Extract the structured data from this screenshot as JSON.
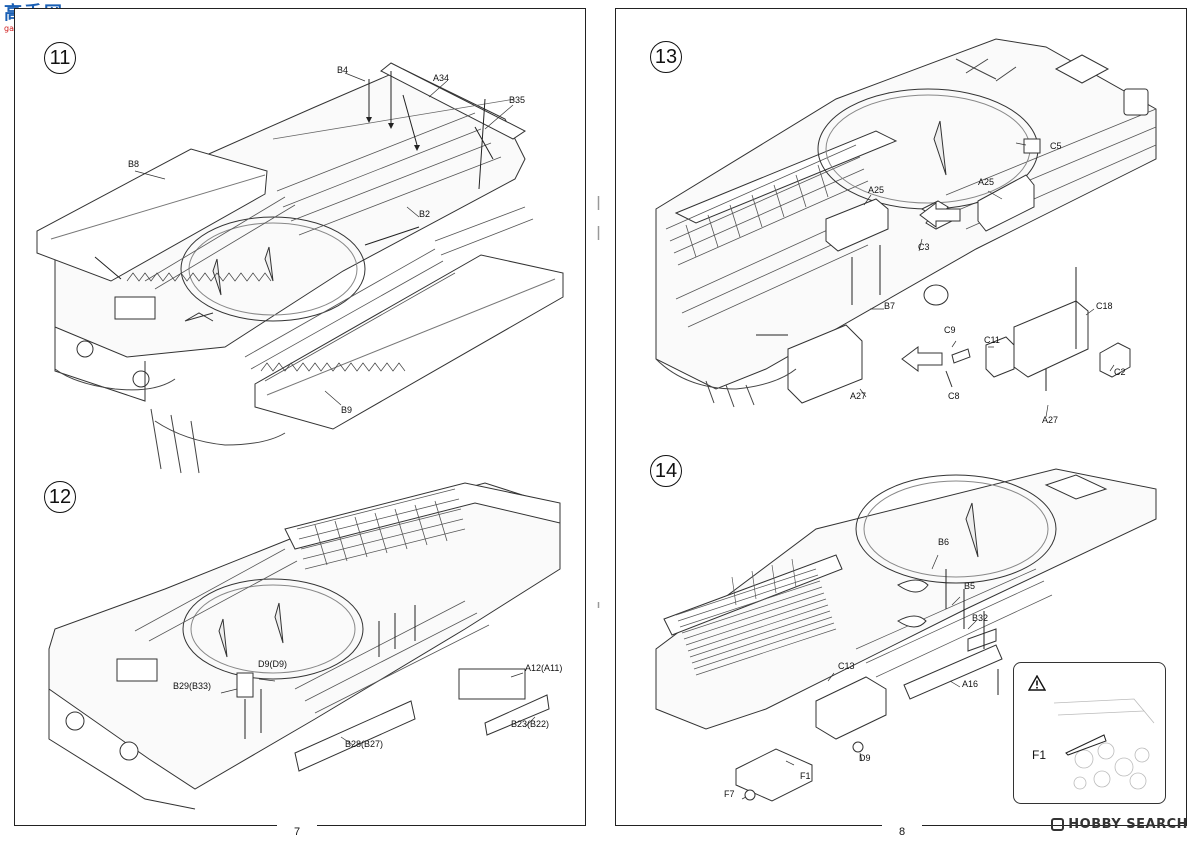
{
  "logo": {
    "text_main": "高手网",
    "text_domain": "gao-shou.com"
  },
  "watermark": "HOBBY SEARCH",
  "pages": [
    {
      "page_number": "7",
      "steps": [
        {
          "number": "11",
          "labels": [
            "B4",
            "A34",
            "B35",
            "B8",
            "B2",
            "B9"
          ]
        },
        {
          "number": "12",
          "labels": [
            "D9(D9)",
            "A12(A11)",
            "B29(B33)",
            "B28(B27)",
            "B23(B22)"
          ]
        }
      ]
    },
    {
      "page_number": "8",
      "steps": [
        {
          "number": "13",
          "labels": [
            "C5",
            "A25",
            "A25",
            "C3",
            "B7",
            "C18",
            "C9",
            "C11",
            "C8",
            "C2",
            "A27",
            "A27"
          ]
        },
        {
          "number": "14",
          "labels": [
            "B6",
            "B5",
            "B32",
            "C13",
            "A16",
            "D9",
            "F1",
            "F7"
          ]
        }
      ],
      "inset": {
        "label": "F1",
        "icon": "warning-triangle-icon"
      }
    }
  ]
}
